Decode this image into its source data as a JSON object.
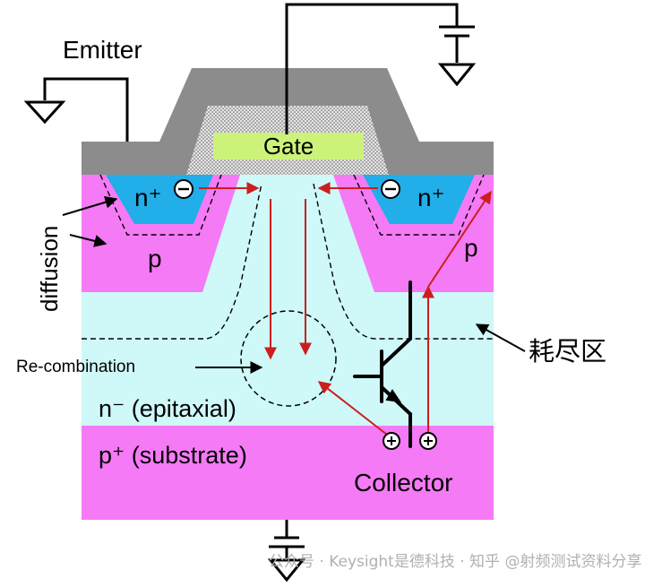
{
  "diagram": {
    "labels": {
      "emitter": "Emitter",
      "gate": "Gate",
      "n_plus_left": "n⁺",
      "n_plus_right": "n⁺",
      "p_left": "p",
      "p_right": "p",
      "diffusion": "diffusion",
      "recombination": "Re-combination",
      "depletion": "耗尽区",
      "n_minus": "n⁻ (epitaxial)",
      "p_plus": "p⁺ (substrate)",
      "collector": "Collector"
    },
    "symbols": {
      "electron": "⊖",
      "hole": "⊕"
    },
    "watermark": "公众号 · Keysight是德科技 · 知乎 @射频测试资料分享"
  },
  "colors": {
    "metal": "#8c8c8c",
    "oxide": "#dcdcdc",
    "gate": "#ccf27a",
    "p_region": "#f57af5",
    "n_plus": "#22aee8",
    "n_minus": "#cff8f8",
    "arrow": "#cc1e1e"
  }
}
